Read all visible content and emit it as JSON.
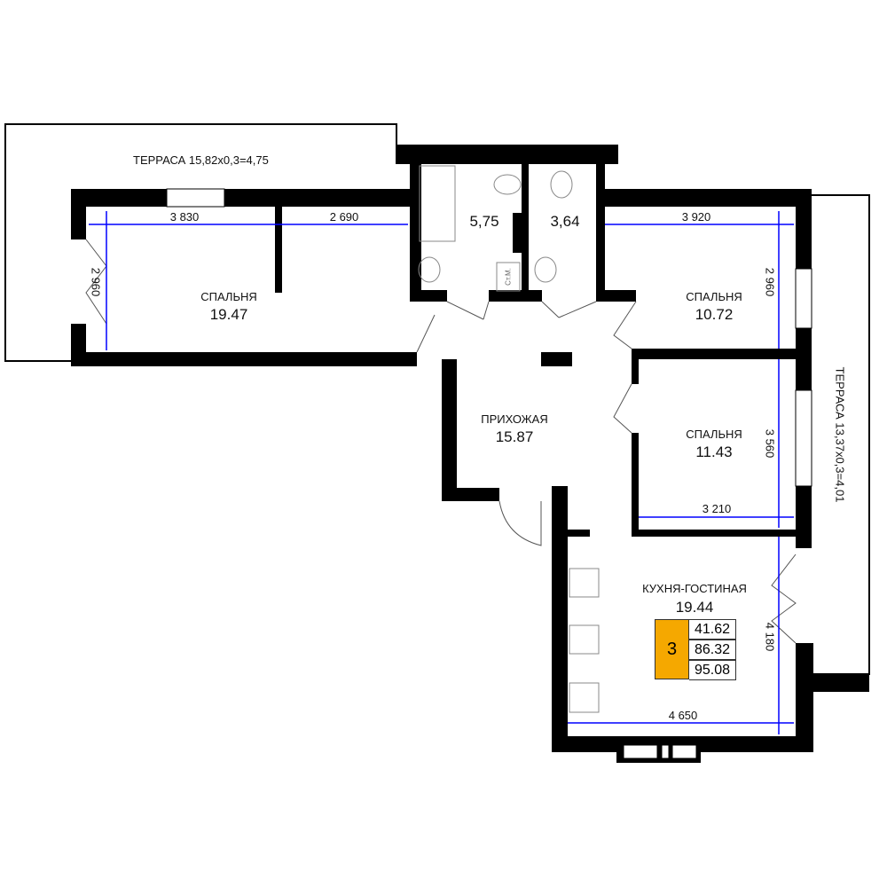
{
  "terraces": [
    {
      "label": "ТЕРРАСА 15,82x0,3=4,75"
    },
    {
      "label": "ТЕРРАСА 13,37x0,3=4,01"
    }
  ],
  "rooms": [
    {
      "name": "СПАЛЬНЯ",
      "area": "19.47"
    },
    {
      "name": "",
      "area": "5,75"
    },
    {
      "name": "",
      "area": "3,64"
    },
    {
      "name": "СПАЛЬНЯ",
      "area": "10.72"
    },
    {
      "name": "ПРИХОЖАЯ",
      "area": "15.87"
    },
    {
      "name": "СПАЛЬНЯ",
      "area": "11.43"
    },
    {
      "name": "КУХНЯ-ГОСТИНАЯ",
      "area": "19.44"
    }
  ],
  "dimensions": [
    "3 830",
    "2 690",
    "2 960",
    "3 920",
    "2 960",
    "3 560",
    "3 210",
    "4 180",
    "4 650"
  ],
  "fixtures": {
    "washer_label": "Ст.М."
  },
  "summary": {
    "rooms_count": "3",
    "living_area": "41.62",
    "total_area": "86.32",
    "total_with_terrace": "95.08"
  },
  "colors": {
    "wall": "#000000",
    "dimension": "#0000ff",
    "badge": "#f5a800"
  }
}
